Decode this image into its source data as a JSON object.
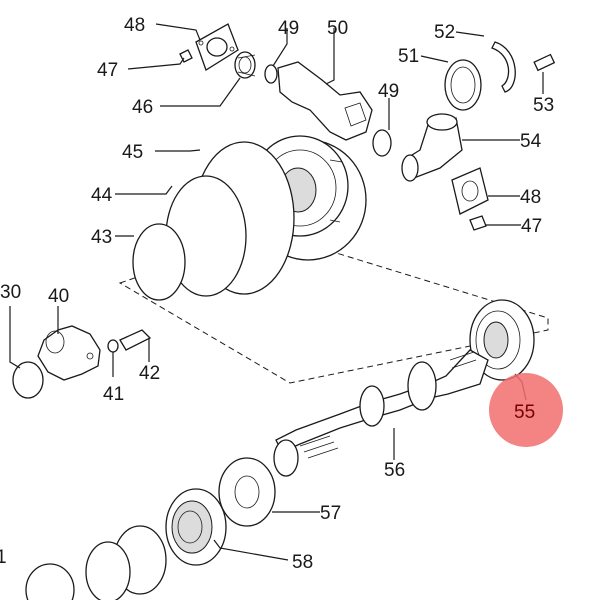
{
  "diagram": {
    "highlight": {
      "number": "55",
      "color": "#f26d6d"
    },
    "callouts": [
      {
        "id": "48a",
        "label": "48"
      },
      {
        "id": "49a",
        "label": "49"
      },
      {
        "id": "50",
        "label": "50"
      },
      {
        "id": "52",
        "label": "52"
      },
      {
        "id": "51",
        "label": "51"
      },
      {
        "id": "47a",
        "label": "47"
      },
      {
        "id": "53",
        "label": "53"
      },
      {
        "id": "46",
        "label": "46"
      },
      {
        "id": "49b",
        "label": "49"
      },
      {
        "id": "45",
        "label": "45"
      },
      {
        "id": "54",
        "label": "54"
      },
      {
        "id": "44",
        "label": "44"
      },
      {
        "id": "48b",
        "label": "48"
      },
      {
        "id": "47b",
        "label": "47"
      },
      {
        "id": "43",
        "label": "43"
      },
      {
        "id": "30",
        "label": "30"
      },
      {
        "id": "40",
        "label": "40"
      },
      {
        "id": "42",
        "label": "42"
      },
      {
        "id": "41",
        "label": "41"
      },
      {
        "id": "56",
        "label": "56"
      },
      {
        "id": "57",
        "label": "57"
      },
      {
        "id": "58",
        "label": "58"
      },
      {
        "id": "cut",
        "label": "1"
      }
    ]
  }
}
